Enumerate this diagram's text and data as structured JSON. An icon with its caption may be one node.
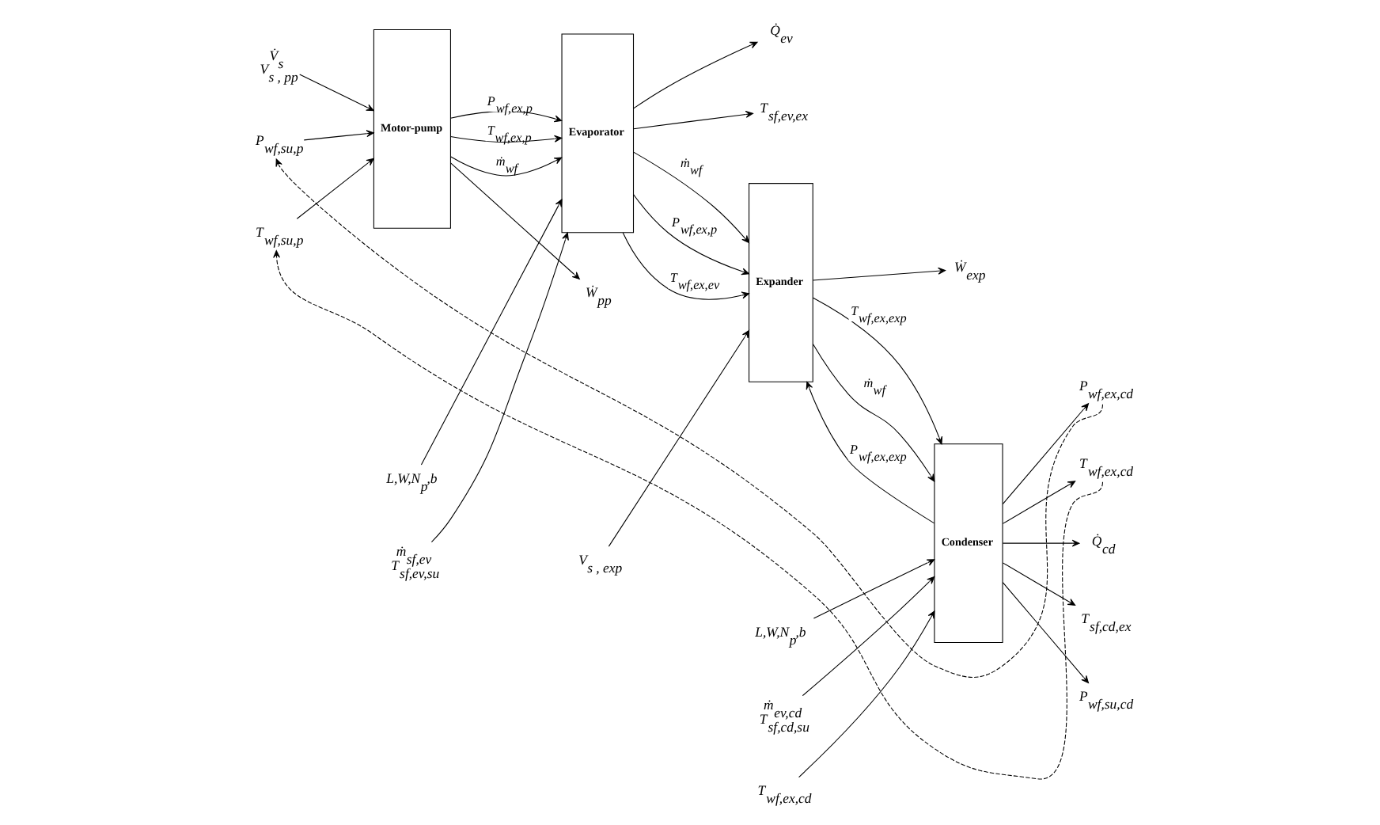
{
  "diagram": {
    "nodes": [
      {
        "text": [
          "V̇$_{s}$",
          "V$_{s , pp}$"
        ]
      },
      {
        "text": [
          "Motor-pump"
        ]
      },
      {
        "text": [
          "L,W,N$_{p}$,b"
        ]
      },
      {
        "text": [
          "ṁ$_{sf,ev}$",
          "T$_{sf,ev,su}$"
        ]
      },
      {
        "text": [
          "Evaporator"
        ]
      },
      {
        "text": [
          "V$_{s , exp}$"
        ]
      },
      {
        "text": [
          "Expander"
        ]
      },
      {
        "text": [
          "L,W,N$_{p}$,b"
        ]
      },
      {
        "text": [
          "ṁ$_{ev,cd}$",
          "T$_{sf,cd,su}$"
        ]
      },
      {
        "text": [
          "Condenser"
        ]
      },
      {
        "text": [
          "P$_{wf,su,p}$"
        ]
      },
      {
        "text": [
          "T$_{wf,su,p}$"
        ]
      },
      {
        "text": [
          "Ẇ$_{pp}$"
        ]
      },
      {
        "text": [
          "Q̇$_{ev}$"
        ]
      },
      {
        "text": [
          "T$_{sf,ev,ex}$"
        ]
      },
      {
        "text": [
          "Ẇ$_{exp}$"
        ]
      },
      {
        "text": [
          "Q̇$_{cd}$"
        ]
      },
      {
        "text": [
          "T$_{sf,cd,ex}$"
        ]
      },
      {
        "text": [
          "P$_{wf,su,cd}$"
        ]
      },
      {
        "text": [
          "P$_{wf,ex,cd}$"
        ]
      },
      {
        "text": [
          "T$_{wf,ex,cd}$"
        ]
      },
      {
        "text": [
          "T$_{wf,ex,cd}$"
        ]
      }
    ],
    "edges": [
      {
        "from": 0,
        "to": 1,
        "arrow": "to"
      },
      {
        "from": 2,
        "to": 4,
        "arrow": "to"
      },
      {
        "from": 3,
        "to": 4,
        "arrow": "to"
      },
      {
        "from": 5,
        "to": 6,
        "arrow": "to"
      },
      {
        "from": 7,
        "to": 9,
        "arrow": "to"
      },
      {
        "from": 8,
        "to": 9,
        "arrow": "to"
      },
      {
        "from": 10,
        "to": 1,
        "arrow": "to"
      },
      {
        "from": 11,
        "to": 1,
        "arrow": "to"
      },
      {
        "from": 1,
        "to": 12,
        "arrow": "to"
      },
      {
        "from": 1,
        "to": 4,
        "arrow": "to",
        "label": "P$_{wf,ex,p}$"
      },
      {
        "from": 1,
        "to": 4,
        "arrow": "to",
        "label": "T$_{wf,ex,p}$"
      },
      {
        "from": 1,
        "to": 4,
        "arrow": "to",
        "label": "ṁ$_{wf}$"
      },
      {
        "from": 4,
        "to": 13,
        "arrow": "to"
      },
      {
        "from": 4,
        "to": 14,
        "arrow": "to"
      },
      {
        "from": 4,
        "to": 6,
        "arrow": "to",
        "label": "P$_{wf,ex,p}$"
      },
      {
        "from": 4,
        "to": 6,
        "arrow": "to",
        "label": "T$_{wf,ex,ev}$"
      },
      {
        "from": 4,
        "to": 6,
        "arrow": "to",
        "label": "ṁ$_{wf}$"
      },
      {
        "from": 6,
        "to": 15,
        "arrow": "to"
      },
      {
        "from": 9,
        "to": 6,
        "arrow": "to",
        "label": "P$_{wf,ex,exp}$"
      },
      {
        "from": 6,
        "to": 9,
        "arrow": "to",
        "label": "T$_{wf,ex,exp}$"
      },
      {
        "from": 6,
        "to": 9,
        "arrow": "to",
        "label": "ṁ$_{wf}$"
      },
      {
        "from": 9,
        "to": 16,
        "arrow": "to"
      },
      {
        "from": 9,
        "to": 17,
        "arrow": "to"
      },
      {
        "from": 9,
        "to": 18,
        "arrow": "to"
      },
      {
        "from": 9,
        "to": 19,
        "arrow": "to"
      },
      {
        "from": 9,
        "to": 20,
        "arrow": "to"
      },
      {
        "from": 21,
        "to": 9,
        "arrow": "to"
      },
      {
        "from": 19,
        "to": 10,
        "arrow": "to",
        "style": "dashed"
      },
      {
        "from": 20,
        "to": 11,
        "arrow": "to",
        "style": "dashed"
      }
    ]
  }
}
